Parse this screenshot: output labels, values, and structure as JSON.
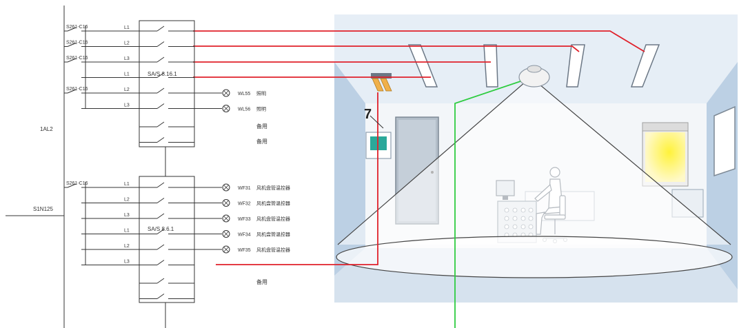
{
  "panel": {
    "board_label": "1AL2",
    "incoming_label": "S1N125",
    "module1": {
      "module_label": "SA/S 8.16.1",
      "rows": [
        {
          "breaker": "S261-C16",
          "phase": "L1",
          "circuit": "",
          "desc": ""
        },
        {
          "breaker": "S261-C16",
          "phase": "L2",
          "circuit": "",
          "desc": ""
        },
        {
          "breaker": "S261-C16",
          "phase": "L3",
          "circuit": "",
          "desc": ""
        },
        {
          "breaker": "",
          "phase": "L1",
          "circuit": "",
          "desc": ""
        },
        {
          "breaker": "S261-C16",
          "phase": "L2",
          "circuit": "WL55",
          "desc": "照明"
        },
        {
          "breaker": "",
          "phase": "L3",
          "circuit": "WL56",
          "desc": "照明"
        }
      ],
      "spares": [
        "备用",
        "备用"
      ]
    },
    "module2": {
      "module_label": "SA/S 8.6.1",
      "rows": [
        {
          "breaker": "S261-C16",
          "phase": "L1",
          "circuit": "WF31",
          "desc": "风机盘管温控器"
        },
        {
          "breaker": "",
          "phase": "L2",
          "circuit": "WF32",
          "desc": "风机盘管温控器"
        },
        {
          "breaker": "",
          "phase": "L3",
          "circuit": "WF33",
          "desc": "风机盘管温控器"
        },
        {
          "breaker": "",
          "phase": "L1",
          "circuit": "WF34",
          "desc": "风机盘管温控器"
        },
        {
          "breaker": "",
          "phase": "L2",
          "circuit": "WF35",
          "desc": "风机盘管温控器"
        },
        {
          "breaker": "",
          "phase": "L3",
          "circuit": "",
          "desc": ""
        }
      ],
      "spare": "备用"
    }
  },
  "room": {
    "marker_number": "7"
  },
  "colors": {
    "red_wire": "#e0202a",
    "green_wire": "#2ecc40",
    "room_wall": "#c7d8e9",
    "room_floor": "#dde7f1"
  }
}
